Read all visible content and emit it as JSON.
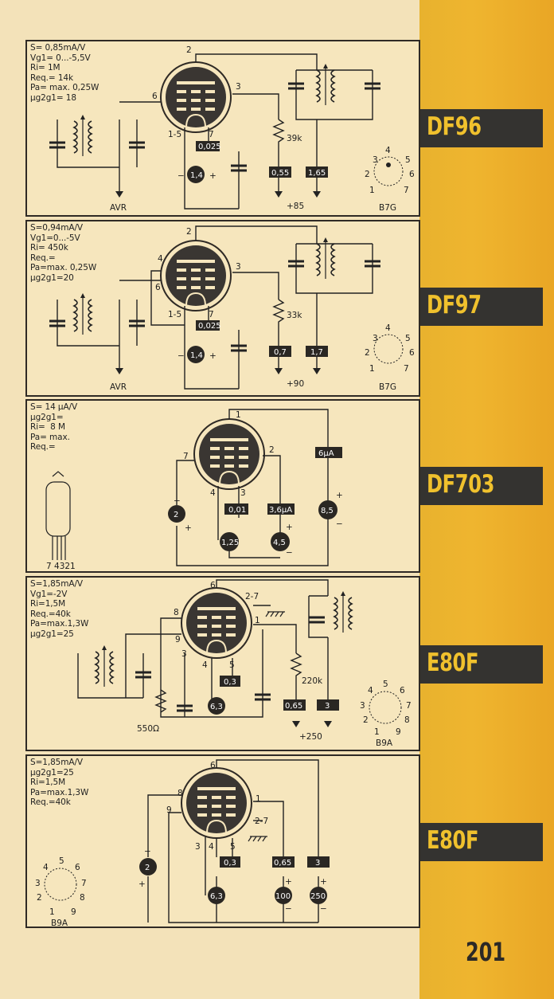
{
  "page_number": "201",
  "panels": [
    {
      "tube": "DF96",
      "specs": [
        "S= 0,85mA/V",
        "Vg1= 0...-5,5V",
        "Ri= 1M",
        "Req.= 14k",
        "Pa= max. 0,25W",
        "μg2g1= 18"
      ],
      "pins": {
        "top": "2",
        "right": "3",
        "left": "6",
        "bottom_left": "1-5",
        "bottom": "7"
      },
      "values": {
        "box1": "0,025",
        "circle": "1,4",
        "box2": "0,55",
        "box3": "1,65",
        "resistor": "39k"
      },
      "signs": {
        "minus": "−",
        "plus": "+"
      },
      "labels": {
        "avr": "AVR",
        "supply": "+85",
        "base": "B7G"
      },
      "base_pins": [
        "1",
        "2",
        "3",
        "4",
        "5",
        "6",
        "7"
      ]
    },
    {
      "tube": "DF97",
      "specs": [
        "S=0,94mA/V",
        "Vg1=0...-5V",
        "Ri= 450k",
        "Req.=",
        "Pa=max. 0,25W",
        "μg2g1=20"
      ],
      "pins": {
        "top": "2",
        "right": "3",
        "left_a": "4",
        "left_b": "6",
        "bottom_left": "1-5",
        "bottom": "7"
      },
      "values": {
        "box1": "0,025",
        "circle": "1,4",
        "box2": "0,7",
        "box3": "1,7",
        "resistor": "33k"
      },
      "signs": {
        "minus": "−",
        "plus": "+"
      },
      "labels": {
        "avr": "AVR",
        "supply": "+90",
        "base": "B7G"
      },
      "base_pins": [
        "1",
        "2",
        "3",
        "4",
        "5",
        "6",
        "7"
      ]
    },
    {
      "tube": "DF703",
      "specs": [
        "S= 14 μA/V",
        "μg2g1=",
        "Ri=  8 M",
        "Pa= max.",
        "Req.="
      ],
      "pins": {
        "top": "1",
        "left": "7",
        "right": "2",
        "bottom_a": "4",
        "bottom_b": "3"
      },
      "values": {
        "box1": "0,01",
        "box2": "3,6μA",
        "box3": "6μA",
        "c_left": "2",
        "c_mid": "1,25",
        "c_right": "4,5",
        "c_far": "8,5"
      },
      "signs": {
        "minus": "−",
        "plus": "+"
      },
      "labels": {
        "leads": "7  4321"
      }
    },
    {
      "tube": "E80F",
      "specs": [
        "S=1,85mA/V",
        "Vg1=-2V",
        "Ri=1,5M",
        "Req.=40k",
        "Pa=max.1,3W",
        "μg2g1=25"
      ],
      "pins": {
        "top": "6",
        "gnd": "2-7",
        "left_a": "8",
        "left_b": "9",
        "right": "1",
        "bottom_a": "3",
        "bottom_b": "4",
        "bottom_c": "5"
      },
      "values": {
        "box1": "0,3",
        "circle": "6,3",
        "box2": "0,65",
        "box3": "3",
        "resistor": "220k",
        "resistor2": "550Ω"
      },
      "labels": {
        "supply": "+250",
        "base": "B9A"
      },
      "base_pins": [
        "1",
        "2",
        "3",
        "4",
        "5",
        "6",
        "7",
        "8",
        "9"
      ]
    },
    {
      "tube": "E80F",
      "specs": [
        "S=1,85mA/V",
        "μg2g1=25",
        "Ri=1,5M",
        "Pa=max.1,3W",
        "Req.=40k"
      ],
      "pins": {
        "top": "6",
        "left_a": "8",
        "left_b": "9",
        "right": "1",
        "gnd": "2-7",
        "bottom_a": "3",
        "bottom_b": "4",
        "bottom_c": "5"
      },
      "values": {
        "box1": "0,3",
        "box2": "0,65",
        "box3": "3",
        "c_left": "2",
        "c_mid": "6,3",
        "c_right": "100",
        "c_far": "250"
      },
      "signs": {
        "minus": "−",
        "plus": "+"
      },
      "labels": {
        "base": "B9A"
      },
      "base_pins": [
        "1",
        "2",
        "3",
        "4",
        "5",
        "6",
        "7",
        "8",
        "9"
      ]
    }
  ],
  "colors": {
    "paper": "#f6e6bd",
    "gold": "#efb52f",
    "ink": "#2f2a25",
    "tab_text": "#f0c12d"
  }
}
